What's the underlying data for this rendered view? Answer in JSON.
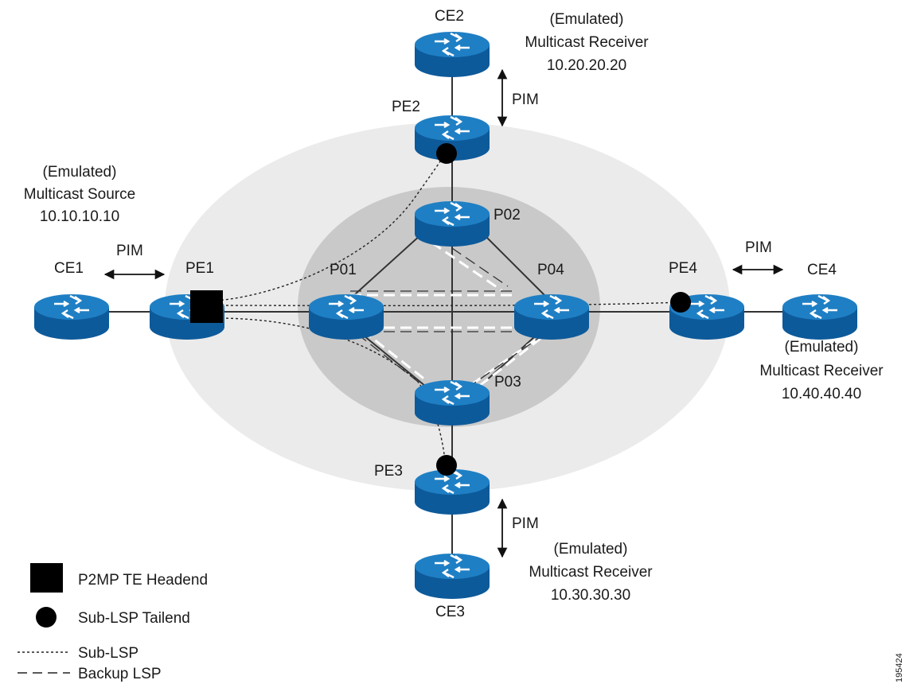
{
  "routers": {
    "ce1": "CE1",
    "pe1": "PE1",
    "ce2": "CE2",
    "pe2": "PE2",
    "p01": "P01",
    "p02": "P02",
    "p03": "P03",
    "p04": "P04",
    "pe3": "PE3",
    "ce3": "CE3",
    "pe4": "PE4",
    "ce4": "CE4"
  },
  "annotations": {
    "pim_ce1": "PIM",
    "pim_ce2": "PIM",
    "pim_ce3": "PIM",
    "pim_ce4": "PIM",
    "source": [
      "(Emulated)",
      "Multicast Source",
      "10.10.10.10"
    ],
    "receiver_ce2": [
      "(Emulated)",
      "Multicast Receiver",
      "10.20.20.20"
    ],
    "receiver_ce4": [
      "(Emulated)",
      "Multicast Receiver",
      "10.40.40.40"
    ],
    "receiver_ce3": [
      "(Emulated)",
      "Multicast Receiver",
      "10.30.30.30"
    ]
  },
  "legend": {
    "headend": "P2MP TE Headend",
    "tailend": "Sub-LSP Tailend",
    "sub_lsp": "Sub-LSP",
    "backup_lsp": "Backup LSP"
  },
  "figure_id": "195424",
  "colors": {
    "router_top": "#1f7fc4",
    "router_side": "#0d5a9a",
    "outer_region": "#ebebeb",
    "inner_region": "#c9c9c9"
  }
}
